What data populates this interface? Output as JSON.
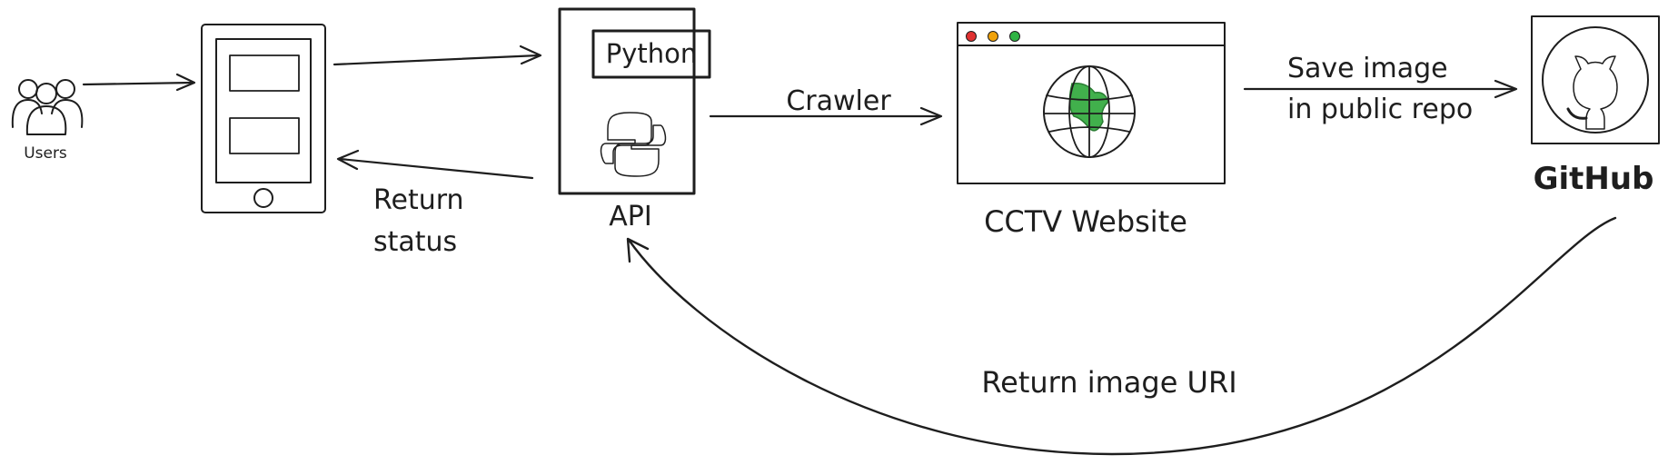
{
  "nodes": {
    "users": {
      "label": "Users",
      "icon": "users-icon"
    },
    "mobile_app": {
      "icon": "smartphone-icon"
    },
    "api": {
      "label": "API",
      "badge": "Python",
      "icon": "python-logo-icon",
      "fill": "#3a6fa3"
    },
    "cctv": {
      "label": "CCTV Website",
      "icon": "globe-icon"
    },
    "github": {
      "label": "GitHub",
      "icon": "github-octocat-icon"
    }
  },
  "edges": {
    "crawler": {
      "label": "Crawler"
    },
    "save_image": {
      "line1": "Save image",
      "line2": "in public repo"
    },
    "return_status": {
      "line1": "Return",
      "line2": "status"
    },
    "return_image_uri": {
      "label": "Return image URI"
    }
  },
  "colors": {
    "ink": "#1e1e1e",
    "api_fill": "#3a6fa3",
    "card_yellow": "#fbe7a8",
    "phone_gray": "#d9dbe0",
    "globe_blue": "#2d9be0",
    "globe_green": "#41b04c",
    "python_blue": "#3a75a9",
    "python_yellow": "#f6cd3d"
  }
}
